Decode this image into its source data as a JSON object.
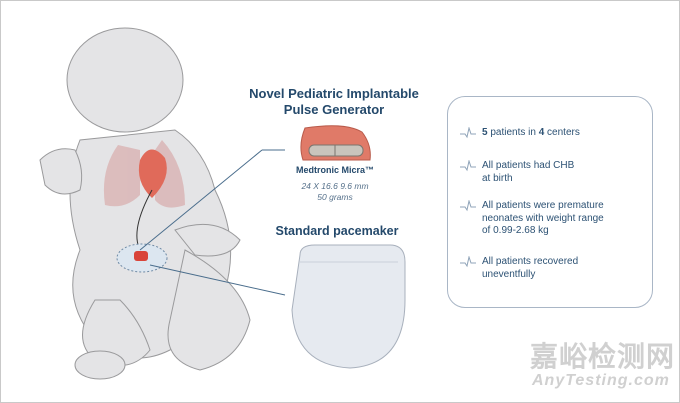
{
  "title_lines": [
    "Novel Pediatric Implantable",
    "Pulse Generator"
  ],
  "micra": {
    "name": "Medtronic Micra™",
    "dimensions": "24 X 16.6 9.6 mm",
    "weight": "50 grams"
  },
  "standard_label": "Standard pacemaker",
  "bullets": [
    {
      "lines": [
        "5 patients in 4 centers"
      ]
    },
    {
      "lines": [
        "All patients had CHB",
        "at birth"
      ]
    },
    {
      "lines": [
        "All patients were premature",
        "neonates with weight range",
        "of 0.99-2.68 kg"
      ]
    },
    {
      "lines": [
        "All patients recovered",
        "uneventfully"
      ]
    }
  ],
  "bullet_icon": "ecg-pulse-icon",
  "watermark": {
    "cn": "嘉峪检测网",
    "en": "AnyTesting.com"
  },
  "colors": {
    "text": "#24496b",
    "device": "#e07a68",
    "box_border": "#a9b6c6"
  }
}
